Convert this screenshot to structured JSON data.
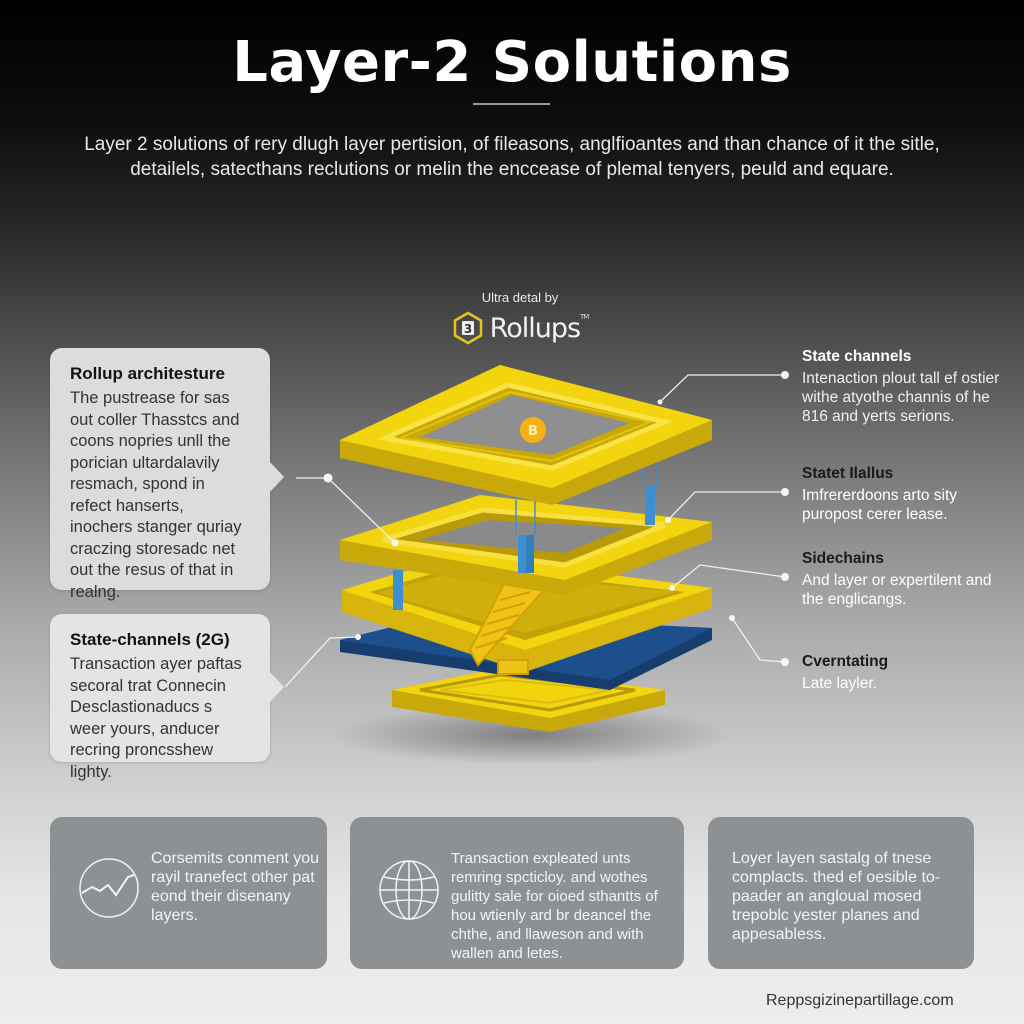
{
  "header": {
    "title": "Layer-2 Solutions",
    "subtitle": "Layer 2 solutions of rery dlugh layer pertision, of fileasons, anglfioantes and than chance of it the sitle, detailels, satecthans reclutions or melin the enccease of plemal tenyers, peuld and equare."
  },
  "brand": {
    "tagline": "Ultra detal by",
    "logo_glyph": "3",
    "name": "Rollups",
    "trademark": "TM",
    "accent_color": "#e6c619"
  },
  "left_callouts": [
    {
      "title": "Rollup architesture",
      "body": "The pustrease for sas out coller Thasstcs and coons nopries unll the porician ultardalavily resmach, spond in refect hanserts, inochers stanger quriay craczing storesadc net out the resus of that in realng."
    },
    {
      "title": "State-channels (2G)",
      "body": "Transaction ayer paftas secoral trat Connecin Desclastionaducs s weer yours, anducer recring proncsshew lighty."
    }
  ],
  "right_labels": [
    {
      "title": "State channels",
      "body": "Intenaction plout tall ef ostier withe atyothe channis of he 816 and yerts serions."
    },
    {
      "title": "Statet Ilallus",
      "body": "Imfrererdoons arto sity puropost cerer lease."
    },
    {
      "title": "Sidechains",
      "body": "And layer or expertilent and the englicangs."
    },
    {
      "title": "Cverntating",
      "body": "Late layler."
    }
  ],
  "diagram": {
    "layer_color": "#f2d40f",
    "layer_shade": "#c9a90a",
    "base_color": "#1d4f8c",
    "pillar_color": "#3d8fd0",
    "coin_symbol": "B",
    "coin_color": "#f4b313"
  },
  "cards": [
    {
      "icon": "trend-line-icon",
      "text": "Corsemits conment you rayil tranefect other pat eond their disenany layers."
    },
    {
      "icon": "globe-icon",
      "text": "Transaction expleated unts remring spcticloy. and wothes gulitty sale for oioed sthantts of hou wtienly ard br deancel the chthe, and llaweson and with wallen and letes."
    },
    {
      "icon": "",
      "text": "Loyer layen sastalg of tnese complacts. thed ef oesible to-paader an angloual mosed trepoblc yester planes and appesabless."
    }
  ],
  "footer": {
    "source": "Reppsgizinepartillage.com"
  }
}
